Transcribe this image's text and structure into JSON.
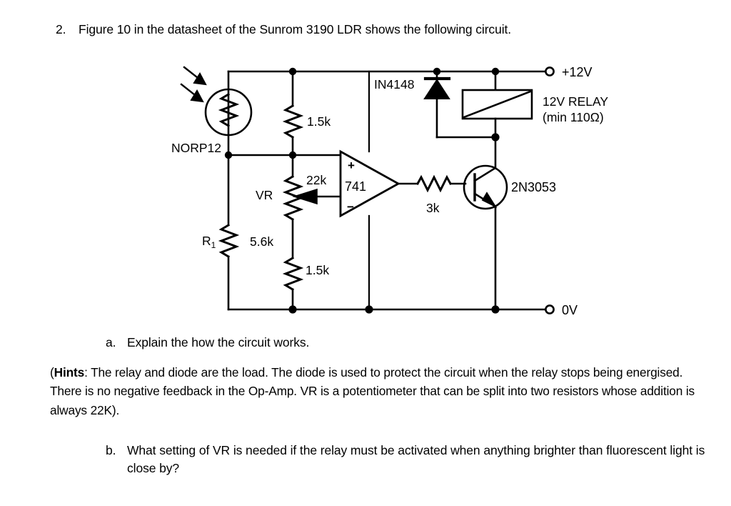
{
  "question": {
    "number": "2.",
    "text": "Figure 10 in the datasheet of the Sunrom 3190 LDR shows the following circuit."
  },
  "figure": {
    "name": "ldr-relay-circuit-diagram",
    "labels": {
      "ldr": "NORP12",
      "r1_name": "R",
      "r1_subscript": "1",
      "r1_value": "5.6k",
      "r_top_divider": "1.5k",
      "r_bottom_divider": "1.5k",
      "vr_name": "VR",
      "vr_value": "22k",
      "opamp": "741",
      "opamp_plus": "+",
      "opamp_minus": "−",
      "r_base": "3k",
      "transistor": "2N3053",
      "diode": "IN4148",
      "relay_line1": "12V RELAY",
      "relay_line2": "(min 110Ω)",
      "supply_positive": "+12V",
      "supply_ground": "0V"
    }
  },
  "sub_a": {
    "number": "a.",
    "text": "Explain the how the circuit works."
  },
  "hints": {
    "open_paren": "(",
    "label": "Hints",
    "body": ": The relay and diode are the load. The diode is used to protect the circuit when the relay stops being energised. There is no negative feedback in the Op-Amp. VR is a potentiometer that can be split into two resistors whose addition is always 22K)."
  },
  "sub_b": {
    "number": "b.",
    "text": "What setting of VR is needed if the relay must be activated when anything brighter than fluorescent light is close by?"
  },
  "colors": {
    "ink": "#000000",
    "paper": "#ffffff"
  }
}
